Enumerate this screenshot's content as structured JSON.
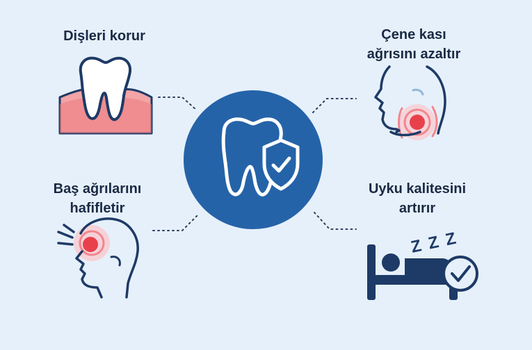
{
  "benefits": {
    "top_left": {
      "line1": "Dişleri korur",
      "line2": ""
    },
    "top_right": {
      "line1": "Çene kası",
      "line2": "ağrısını azaltır"
    },
    "bottom_left": {
      "line1": "Baş ağrılarını",
      "line2": "hafifletir"
    },
    "bottom_right": {
      "line1": "Uyku kalitesini",
      "line2": "artırır"
    }
  },
  "sleep_text": "Z Z Z",
  "icons": {
    "center": "tooth-shield-check-icon",
    "top_left": "tooth-gum-icon",
    "top_right": "jaw-pain-profile-icon",
    "bottom_left": "headache-profile-icon",
    "bottom_right": "sleeping-bed-check-icon"
  },
  "colors": {
    "background": "#e6f0fa",
    "primary_blue": "#2563a8",
    "navy": "#1e3a66",
    "pain_red": "#e8414c",
    "gum_pink": "#f0868b",
    "text": "#1a2a44"
  }
}
